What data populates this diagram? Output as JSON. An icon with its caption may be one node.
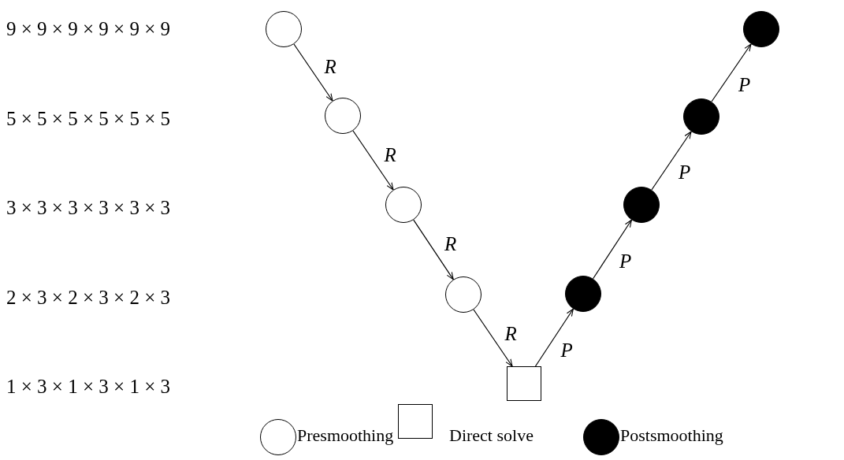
{
  "diagram": {
    "nodes": [
      {
        "text": [],
        "shape": "circle"
      },
      {
        "text": [],
        "shape": "circle"
      },
      {
        "text": [],
        "shape": "circle"
      },
      {
        "text": [],
        "shape": "circle"
      },
      {
        "text": [],
        "shape": "box"
      },
      {
        "text": [],
        "shape": "circle"
      },
      {
        "text": [],
        "shape": "circle"
      },
      {
        "text": [],
        "shape": "circle"
      },
      {
        "text": [],
        "shape": "circle"
      }
    ],
    "edges": [
      {
        "from": 0,
        "to": 1,
        "arrow": "to",
        "label": "R"
      },
      {
        "from": 1,
        "to": 2,
        "arrow": "to",
        "label": "R"
      },
      {
        "from": 2,
        "to": 3,
        "arrow": "to",
        "label": "R"
      },
      {
        "from": 3,
        "to": 4,
        "arrow": "to",
        "label": "R"
      },
      {
        "from": 4,
        "to": 5,
        "arrow": "to",
        "label": "P"
      },
      {
        "from": 5,
        "to": 6,
        "arrow": "to",
        "label": "P"
      },
      {
        "from": 6,
        "to": 7,
        "arrow": "to",
        "label": "P"
      },
      {
        "from": 7,
        "to": 8,
        "arrow": "to",
        "label": "P"
      }
    ],
    "labels": [
      "9 × 9 × 9 × 9 × 9 × 9",
      "5 × 5 × 5 × 5 × 5 × 5",
      "3 × 3 × 3 × 3 × 3 × 3",
      "2 × 3 × 2 × 3 × 2 × 3",
      "1 × 3 × 1 × 3 × 1 × 3"
    ],
    "legend": [
      {
        "text": "Presmoothing"
      },
      {
        "text": "Direct solve"
      },
      {
        "text": "Postsmoothing"
      }
    ]
  }
}
